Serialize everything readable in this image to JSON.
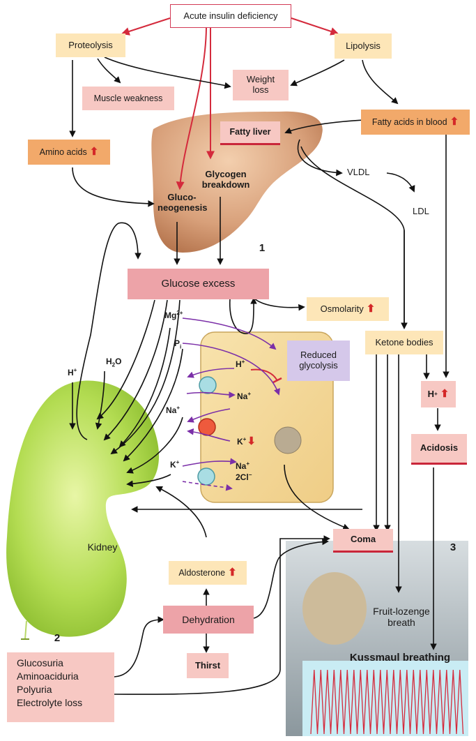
{
  "nodes": {
    "acute_insulin_deficiency": "Acute insulin deficiency",
    "proteolysis": "Proteolysis",
    "lipolysis": "Lipolysis",
    "weight_loss": "Weight loss",
    "muscle_weakness": "Muscle weakness",
    "fatty_acids_in_blood": "Fatty acids in blood",
    "fatty_liver": "Fatty liver",
    "amino_acids": "Amino acids",
    "glycogen_breakdown": "Glycogen breakdown",
    "gluconeogenesis": "Gluco-neogenesis",
    "vldl": "VLDL",
    "ldl": "LDL",
    "glucose_excess": "Glucose excess",
    "osmolarity": "Osmolarity",
    "ketone_bodies": "Ketone bodies",
    "reduced_glycolysis": "Reduced glycolysis",
    "h_plus": "H",
    "acidosis": "Acidosis",
    "kidney": "Kidney",
    "coma": "Coma",
    "aldosterone": "Aldosterone",
    "dehydration": "Dehydration",
    "thirst": "Thirst",
    "fruit_lozenge_breath": "Fruit-lozenge breath",
    "kussmaul_breathing": "Kussmaul breathing",
    "kidney_losses": [
      "Glucosuria",
      "Aminoaciduria",
      "Polyuria",
      "Electrolyte loss"
    ]
  },
  "ions": {
    "mg": "Mg",
    "mg_charge": "2+",
    "pi": "P",
    "pi_sub": "i",
    "h2o": "H",
    "h2o_sub": "2",
    "h2o_tail": "O",
    "h_left": "H",
    "h_cell": "H",
    "na_left": "Na",
    "na_cell": "Na",
    "k_left": "K",
    "k_cell": "K",
    "na_2cl_na": "Na",
    "na_2cl_cl": "2Cl",
    "plus": "+",
    "minus": "−"
  },
  "markers": {
    "one": "1",
    "two": "2",
    "three": "3"
  },
  "arrows": {
    "up": "⬆",
    "down": "⬇"
  },
  "colors": {
    "insulin_arrow": "#d42a3c",
    "purple_arrow": "#7b2fa8",
    "peach_box": "#fde6b8",
    "pink_box": "#f7c8c3",
    "orange_box": "#f2a96a",
    "glucose_box": "#eda3a8",
    "reduced_glycolysis_box": "#d5c8ea",
    "kidney_green": "#a9d64a",
    "liver_tan": "#d9a47d",
    "cell_yellow": "#f5dca0"
  }
}
